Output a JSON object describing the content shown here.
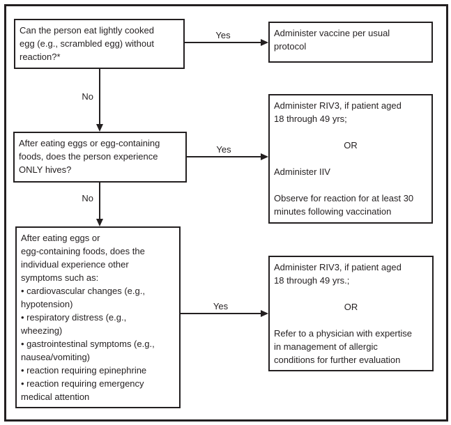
{
  "colors": {
    "ink": "#231f20",
    "background": "#ffffff"
  },
  "nodes": {
    "q1": {
      "lines": [
        "Can the person eat lightly cooked",
        "egg (e.g., scrambled egg) without",
        "reaction?*"
      ]
    },
    "a1": {
      "lines": [
        "Administer vaccine per usual",
        "protocol"
      ]
    },
    "q2": {
      "lines": [
        "After eating eggs or egg-containing",
        "foods, does the person experience",
        "ONLY hives?"
      ]
    },
    "a2": {
      "p1": [
        "Administer RIV3, if patient aged",
        "18 through 49 yrs;"
      ],
      "or": "OR",
      "p2": [
        "Administer IIV"
      ],
      "p3": [
        "Observe for reaction for at least 30",
        "minutes following vaccination"
      ]
    },
    "q3": {
      "lines": [
        "After eating eggs or",
        "egg-containing foods, does the",
        "individual experience other",
        "symptoms such as:",
        "• cardiovascular changes (e.g.,",
        "hypotension)",
        "• respiratory distress (e.g.,",
        "wheezing)",
        "• gastrointestinal symptoms (e.g.,",
        "nausea/vomiting)",
        "• reaction requiring epinephrine",
        "• reaction requiring emergency",
        "medical attention"
      ]
    },
    "a3": {
      "p1": [
        "Administer RIV3, if patient aged",
        "18 through 49 yrs.;"
      ],
      "or": "OR",
      "p2": [
        "Refer to a physician with expertise",
        "in management of allergic",
        "conditions for further evaluation"
      ]
    }
  },
  "edges": [
    {
      "from": "q1",
      "to": "a1",
      "label": "Yes"
    },
    {
      "from": "q1",
      "to": "q2",
      "label": "No"
    },
    {
      "from": "q2",
      "to": "a2",
      "label": "Yes"
    },
    {
      "from": "q2",
      "to": "q3",
      "label": "No"
    },
    {
      "from": "q3",
      "to": "a3",
      "label": "Yes"
    }
  ]
}
